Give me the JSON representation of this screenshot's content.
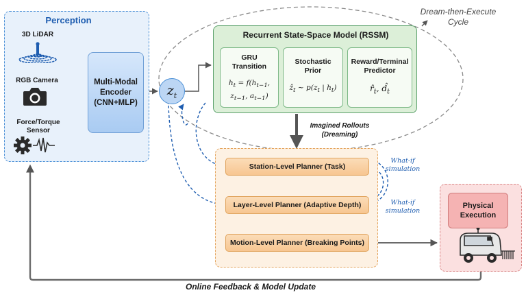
{
  "perception": {
    "title": "Perception",
    "sensors": [
      {
        "label": "3D LiDAR",
        "icon": "lidar-icon"
      },
      {
        "label": "RGB Camera",
        "icon": "camera-icon"
      },
      {
        "label_line1": "Force/Torque",
        "label_line2": "Sensor",
        "icon": "gear-waveform-icon"
      }
    ],
    "encoder_line1": "Multi-Modal",
    "encoder_line2": "Encoder",
    "encoder_line3": "(CNN+MLP)"
  },
  "latent": {
    "label": "z_t"
  },
  "cycle_label_line1": "Dream-then-Execute",
  "cycle_label_line2": "Cycle",
  "rssm": {
    "title": "Recurrent State-Space Model (RSSM)",
    "cards": [
      {
        "title_line1": "GRU",
        "title_line2": "Transition",
        "eq_line1": "h_t = f(h_{t−1},",
        "eq_line2": "z_{t−1}, a_{t−1})"
      },
      {
        "title_line1": "Stochastic",
        "title_line2": "Prior",
        "eq_line1": "ẑ_t ∼ p(z_t | h_t)"
      },
      {
        "title_line1": "Reward/Terminal",
        "title_line2": "Predictor",
        "eq_line1": "r̂_t, d̂_t"
      }
    ]
  },
  "imagined_line1": "Imagined Rollouts",
  "imagined_line2": "(Dreaming)",
  "planners": [
    {
      "label": "Station-Level Planner (Task)"
    },
    {
      "label": "Layer-Level Planner (Adaptive Depth)"
    },
    {
      "label": "Motion-Level Planner (Breaking Points)"
    }
  ],
  "whatif": [
    {
      "line1": "What-if",
      "line2": "simulation"
    },
    {
      "line1": "What-if",
      "line2": "simulation"
    }
  ],
  "execution": {
    "line1": "Physical",
    "line2": "Execution",
    "icon": "robot-icon"
  },
  "feedback_label": "Online Feedback & Model Update",
  "colors": {
    "perception_border": "#4a8fd6",
    "rssm_fill": "#dcefd8",
    "planner_fill": "#f7c691",
    "execution_fill": "#fbe0e0",
    "feedback_arrow": "#6b6b6b",
    "whatif_arrow": "#1e5db0"
  }
}
